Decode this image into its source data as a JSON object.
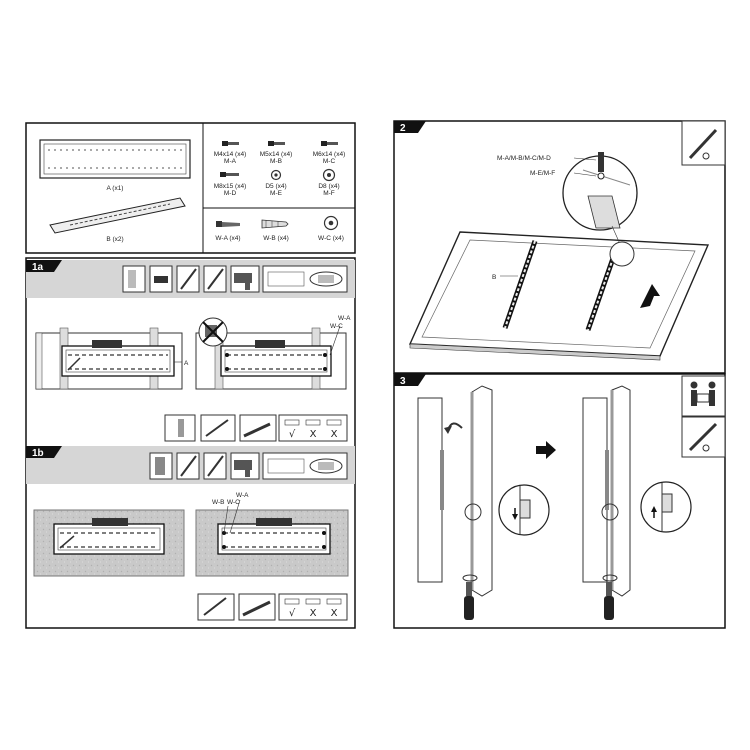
{
  "parts": {
    "screws": [
      {
        "size": "M4x14 (x4)",
        "code": "M-A"
      },
      {
        "size": "M5x14 (x4)",
        "code": "M-B"
      },
      {
        "size": "M6x14 (x4)",
        "code": "M-C"
      },
      {
        "size": "M8x15 (x4)",
        "code": "M-D"
      },
      {
        "size": "D5 (x4)",
        "code": "M-E"
      },
      {
        "size": "D8 (x4)",
        "code": "M-F"
      }
    ],
    "wall_hardware": [
      "W-A (x4)",
      "W-B (x4)",
      "W-C (x4)"
    ],
    "plate_label": "A (x1)",
    "arm_label": "B (x2)"
  },
  "step_1a": {
    "number": "1a",
    "label_a": "A",
    "label_wa": "W-A",
    "label_wc": "W-C"
  },
  "step_1b": {
    "number": "1b",
    "label_wa": "W-A",
    "label_wb": "W-B",
    "label_wc": "W-C"
  },
  "step_2": {
    "number": "2",
    "label_screws": "M-A/M-B/M-C/M-D",
    "label_washers": "M-E/M-F",
    "label_b": "B"
  },
  "step_3": {
    "number": "3"
  },
  "checks": {
    "ok": "√",
    "no": "X"
  }
}
